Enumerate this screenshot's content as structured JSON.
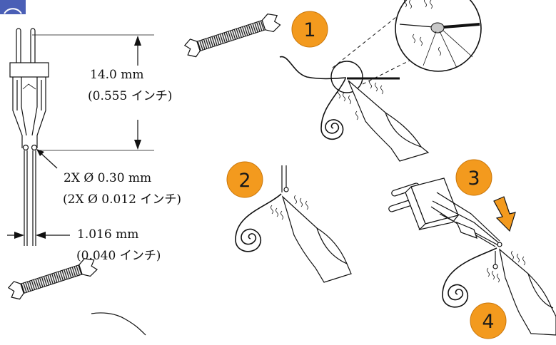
{
  "dimensions": {
    "height_mm": "14.0 mm",
    "height_in": "(0.555 インチ)",
    "pad_mm": "2X Ø 0.30 mm",
    "pad_in": "(2X Ø 0.012 インチ)",
    "pitch_mm": "1.016 mm",
    "pitch_in": "(0.040 インチ)"
  },
  "steps": [
    {
      "label": "1"
    },
    {
      "label": "2"
    },
    {
      "label": "3"
    },
    {
      "label": "4"
    }
  ],
  "colors": {
    "badge_fill": "#f39a1e",
    "badge_stroke": "#c9760a",
    "logo_fill": "#4a5fb6",
    "line": "#111111",
    "pad_fill": "#bfbfbf",
    "arrow_fill": "#f39a1e"
  }
}
